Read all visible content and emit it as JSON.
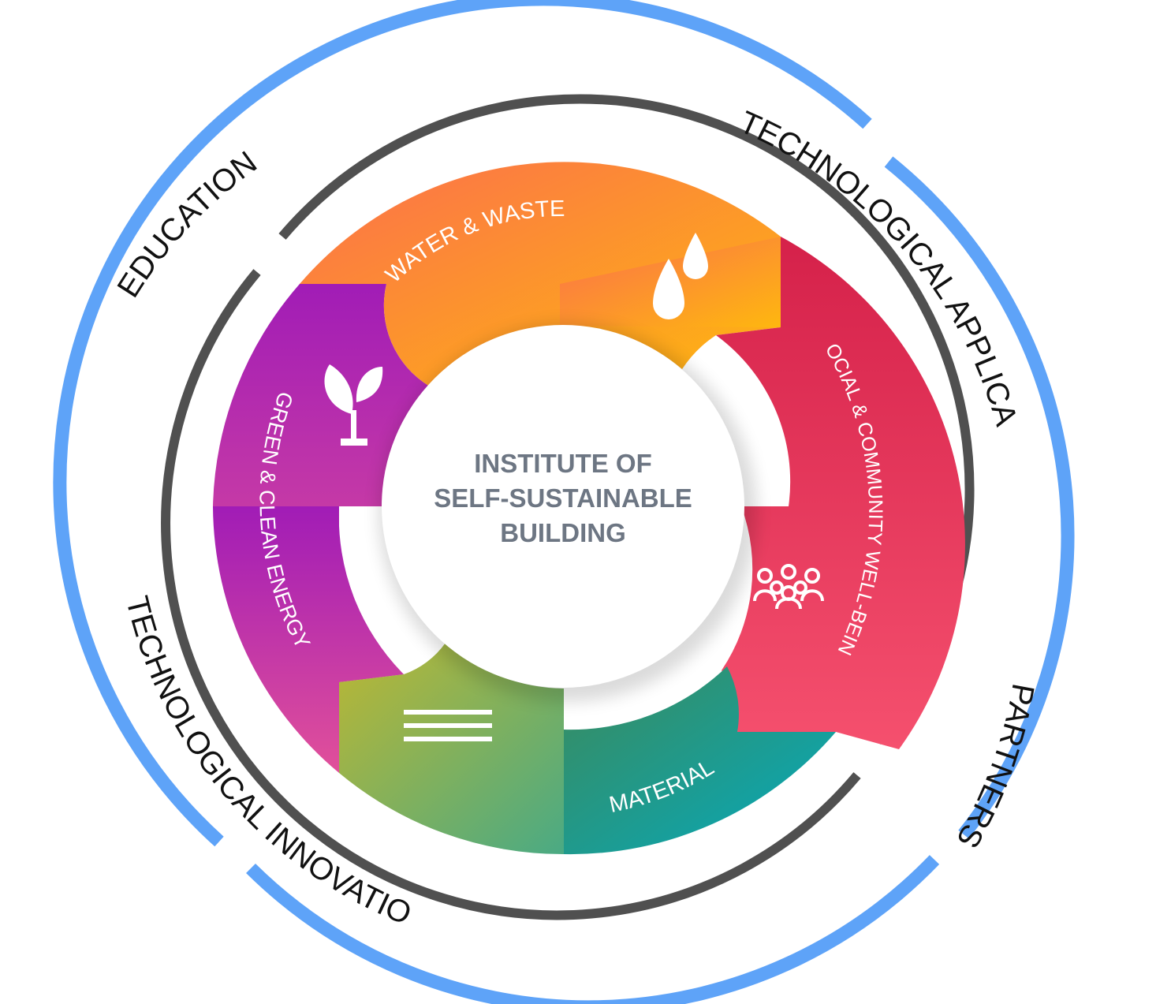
{
  "center": {
    "lines": [
      "INSTITUTE OF",
      "SELF-SUSTAINABLE",
      "BUILDING"
    ]
  },
  "outer_labels": {
    "education": "EDUCATION",
    "technological_applications": "TECHNOLOGICAL APPLICATIONS",
    "partnership": "PARTNERSHIP",
    "technological_innovations": "TECHNOLOGICAL INNOVATIONS"
  },
  "segments": {
    "water_waste": {
      "label": "WATER & WASTE",
      "icon": "water-drops-icon",
      "color_start": "#fb7a45",
      "color_end": "#fdb812"
    },
    "social": {
      "label": "SOCIAL & COMMUNITY WELL-BEING",
      "icon": "people-group-icon",
      "color_start": "#d9214c",
      "color_end": "#f45173"
    },
    "material": {
      "label": "MATERIAL",
      "icon": "layers-icon",
      "color_start": "#2e8b64",
      "color_end": "#0aa8b9"
    },
    "green": {
      "label": "GREEN & CLEAN ENERGY",
      "icon": "plant-icon",
      "color_start": "#a51db4",
      "color_end": "#df4c95"
    },
    "olive": {
      "color_start": "#b7b736",
      "color_end": "#57ac7e"
    }
  },
  "colors": {
    "outer_ring": "#5ea3f8",
    "inner_ring": "#505050",
    "center_text": "#6d7683"
  }
}
